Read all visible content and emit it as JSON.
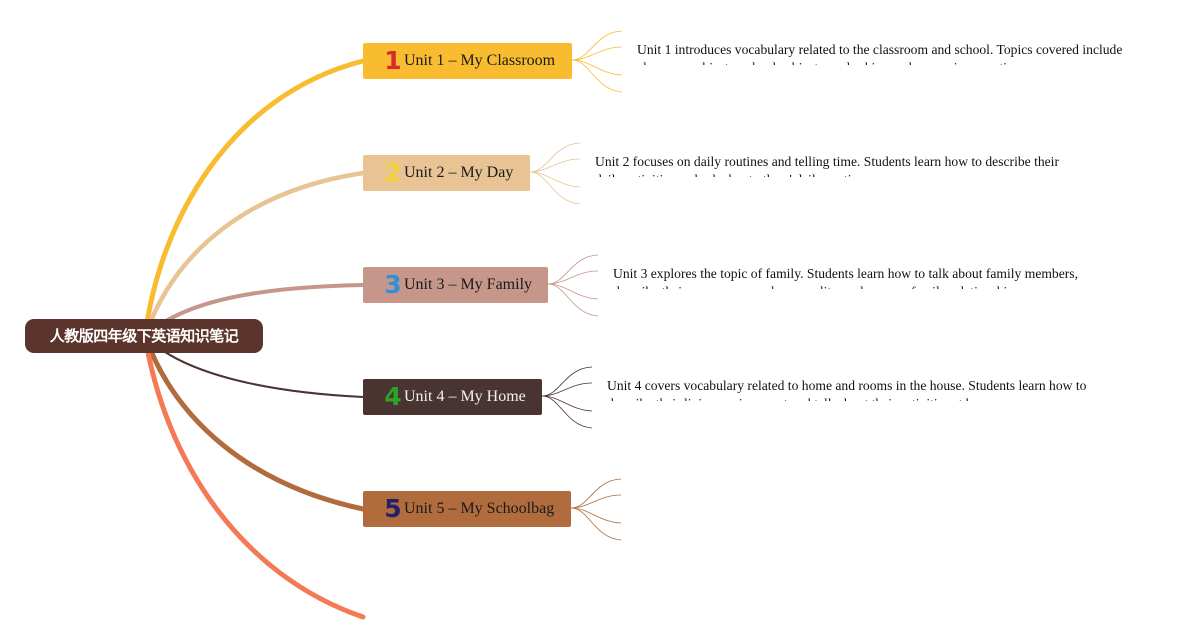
{
  "root": {
    "title": "人教版四年级下英语知识笔记"
  },
  "colors": {
    "root": "#5b342b",
    "unit1": "#f9bc30",
    "unit2": "#e8c393",
    "unit3": "#c6968b",
    "unit4": "#4a3432",
    "unit5": "#b06c3c",
    "extra_branch": "#f47a55"
  },
  "units": [
    {
      "number": "1",
      "number_color": "#d92b2b",
      "label": "Unit 1 – My Classroom",
      "description": "Unit 1 introduces vocabulary related to the classroom and school. Topics covered include classroom objects, school subjects, and asking and answering questions."
    },
    {
      "number": "2",
      "number_color": "#f7d13a",
      "label": "Unit 2 – My Day",
      "description": "Unit 2 focuses on daily routines and telling time. Students learn how to describe their daily activities and ask about others' daily routines."
    },
    {
      "number": "3",
      "number_color": "#2f8fd8",
      "label": "Unit 3 – My Family",
      "description": "Unit 3 explores the topic of family. Students learn how to talk about family members, describe their appearance and personality, and express family relationships."
    },
    {
      "number": "4",
      "number_color": "#2aa52a",
      "label": "Unit 4 – My Home",
      "description": "Unit 4 covers vocabulary related to home and rooms in the house. Students learn how to describe their living environment and talk about their activities at home."
    },
    {
      "number": "5",
      "number_color": "#23216b",
      "label": "Unit 5 – My Schoolbag",
      "description": ""
    }
  ]
}
